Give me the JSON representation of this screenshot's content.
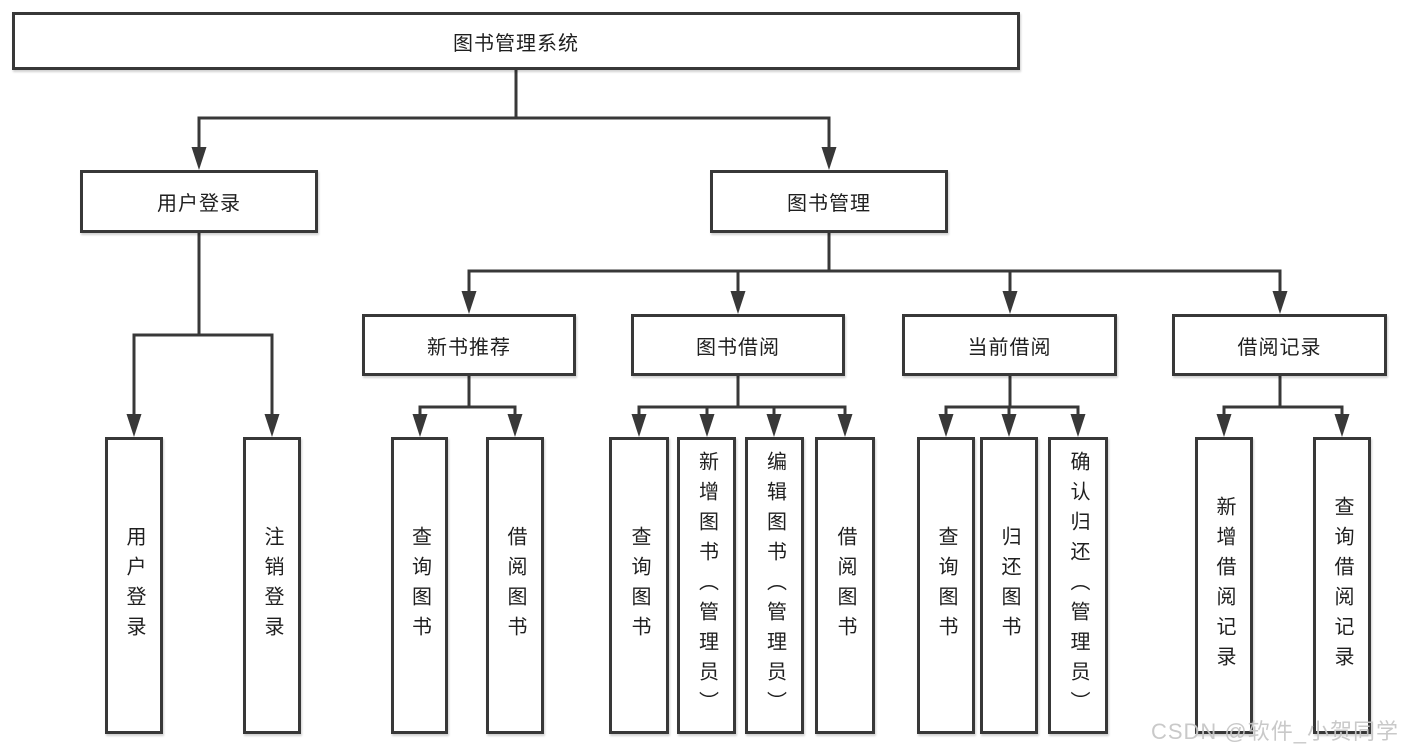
{
  "tree": {
    "root": "图书管理系统",
    "branches": [
      {
        "label": "用户登录",
        "children": [
          "用户登录",
          "注销登录"
        ]
      },
      {
        "label": "图书管理",
        "groups": [
          {
            "label": "新书推荐",
            "children": [
              "查询图书",
              "借阅图书"
            ]
          },
          {
            "label": "图书借阅",
            "children": [
              "查询图书",
              "新增图书（管理员）",
              "编辑图书（管理员）",
              "借阅图书"
            ]
          },
          {
            "label": "当前借阅",
            "children": [
              "查询图书",
              "归还图书",
              "确认归还（管理员）"
            ]
          },
          {
            "label": "借阅记录",
            "children": [
              "新增借阅记录",
              "查询借阅记录"
            ]
          }
        ]
      }
    ]
  },
  "watermark": {
    "text": "CSDN @软件_小贺同学"
  },
  "colors": {
    "line": "#383838",
    "box_border": "#383838",
    "text": "#1f1f1f",
    "background": "#ffffff",
    "watermark": "#c6c6c6"
  }
}
